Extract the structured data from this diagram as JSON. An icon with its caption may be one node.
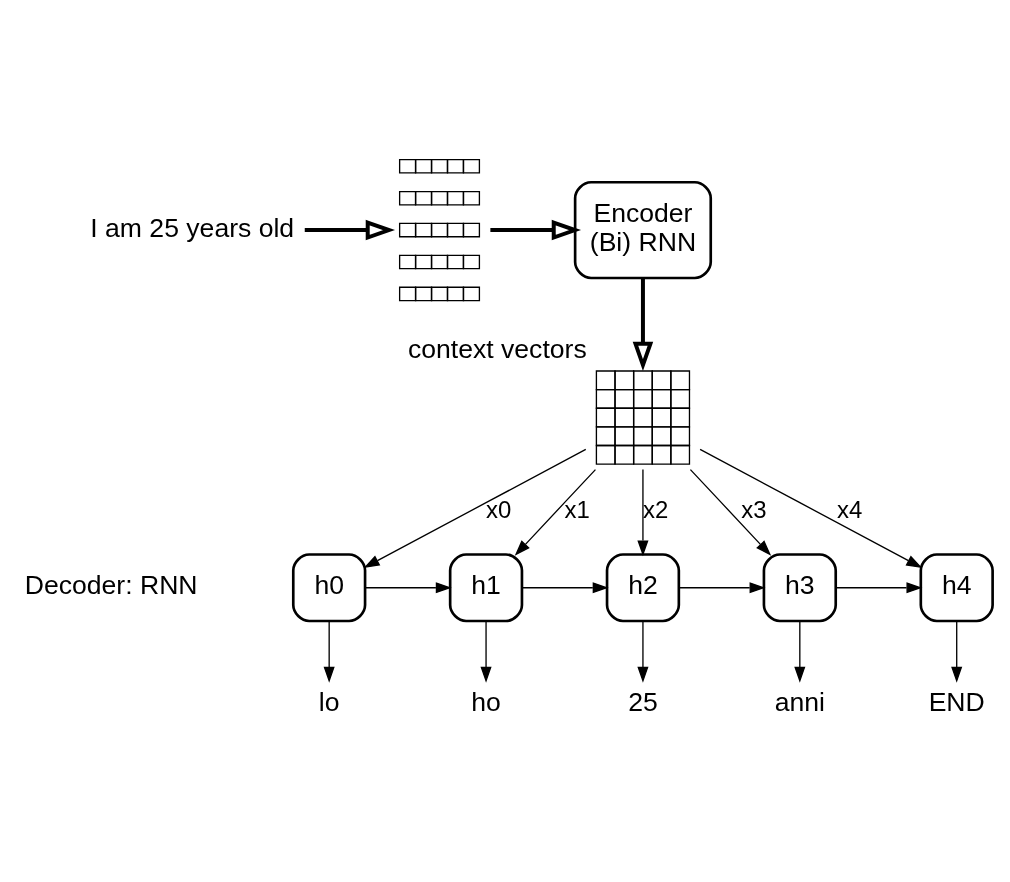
{
  "diagram": {
    "nodes": [
      {
        "text": [
          "I am 25 years old"
        ]
      },
      {
        "text": [],
        "shape": "picture"
      },
      {
        "text": [
          "Encoder",
          "(Bi) RNN"
        ]
      },
      {
        "text": [],
        "shape": "picture",
        "beside": [
          "context vectors"
        ]
      },
      {
        "text": [
          "h0"
        ]
      },
      {
        "text": [
          "h1"
        ]
      },
      {
        "text": [
          "h2"
        ]
      },
      {
        "text": [
          "h3"
        ]
      },
      {
        "text": [
          "h4"
        ]
      },
      {
        "text": [
          "lo"
        ]
      },
      {
        "text": [
          "ho"
        ]
      },
      {
        "text": [
          "25"
        ]
      },
      {
        "text": [
          "anni"
        ]
      },
      {
        "text": [
          "END"
        ]
      }
    ],
    "edges": [
      {
        "from": 0,
        "to": 1,
        "arrow": "to",
        "style": "thick"
      },
      {
        "from": 1,
        "to": 2,
        "arrow": "to",
        "style": "thick"
      },
      {
        "from": 2,
        "to": 3,
        "arrow": "to",
        "style": "thick"
      },
      {
        "from": 3,
        "to": 4,
        "arrow": "to",
        "label": "x0"
      },
      {
        "from": 3,
        "to": 5,
        "arrow": "to",
        "label": "x1"
      },
      {
        "from": 3,
        "to": 6,
        "arrow": "to",
        "label": "x2"
      },
      {
        "from": 3,
        "to": 7,
        "arrow": "to",
        "label": "x3"
      },
      {
        "from": 3,
        "to": 8,
        "arrow": "to",
        "label": "x4"
      },
      {
        "from": 4,
        "to": 5,
        "arrow": "to"
      },
      {
        "from": 5,
        "to": 6,
        "arrow": "to"
      },
      {
        "from": 6,
        "to": 7,
        "arrow": "to"
      },
      {
        "from": 7,
        "to": 8,
        "arrow": "to"
      },
      {
        "from": 4,
        "to": 9,
        "arrow": "to"
      },
      {
        "from": 5,
        "to": 10,
        "arrow": "to"
      },
      {
        "from": 6,
        "to": 11,
        "arrow": "to"
      },
      {
        "from": 7,
        "to": 12,
        "arrow": "to"
      },
      {
        "from": 8,
        "to": 13,
        "arrow": "to"
      }
    ],
    "labels": [
      "Decoder: RNN"
    ]
  }
}
